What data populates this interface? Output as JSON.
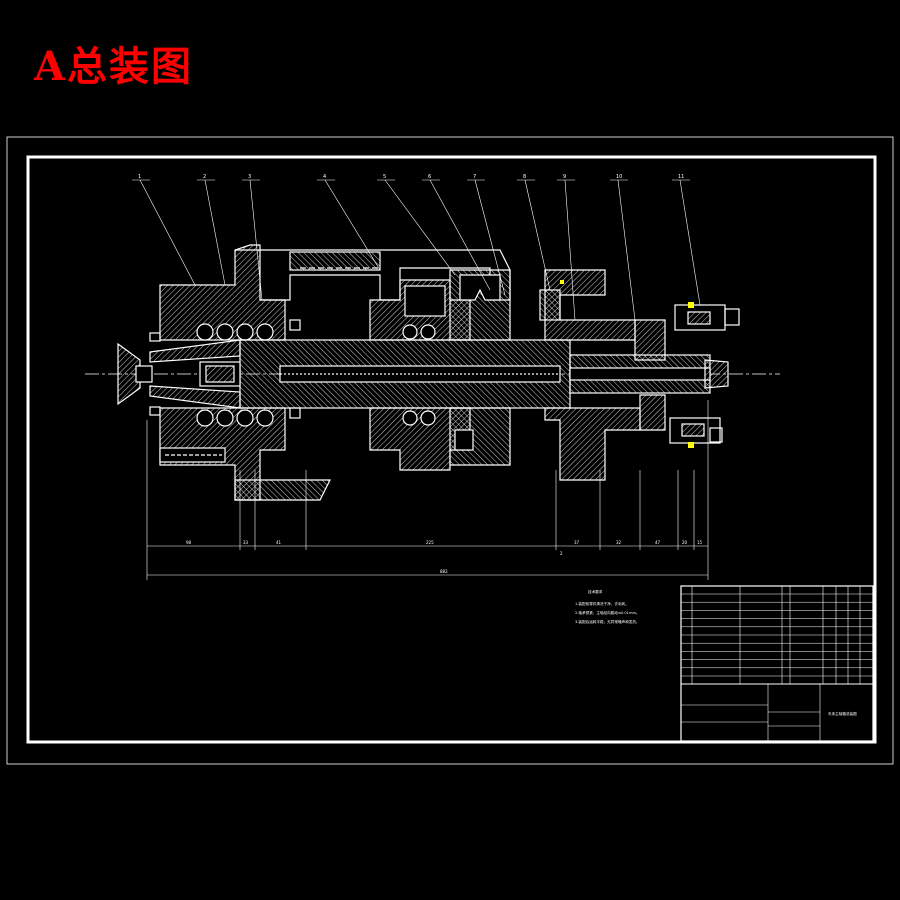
{
  "title": "A总装图",
  "colors": {
    "background": "#000000",
    "frame": "#ffffff",
    "title": "#ff0000",
    "part": "#ffffff",
    "accent": "#ffff00",
    "leader": "#ffffff"
  },
  "callouts": [
    "1",
    "2",
    "3",
    "4",
    "5",
    "6",
    "7",
    "8",
    "9",
    "10",
    "11"
  ],
  "dimensions": {
    "segments": [
      "98",
      "33",
      "41",
      "225",
      "37",
      "32",
      "47",
      "20",
      "15"
    ],
    "overall": "882"
  },
  "section_mark": "2",
  "tech_notes": {
    "heading": "技术要求",
    "lines": [
      "1.装配前零件清洗干净，去毛刺。",
      "2.轴承预紧，主轴径向跳动≤0.01mm。",
      "3.装配后运转平稳，无异常噪声和发热。"
    ]
  },
  "title_block": {
    "drawing_name": "车床主轴箱总装图"
  }
}
